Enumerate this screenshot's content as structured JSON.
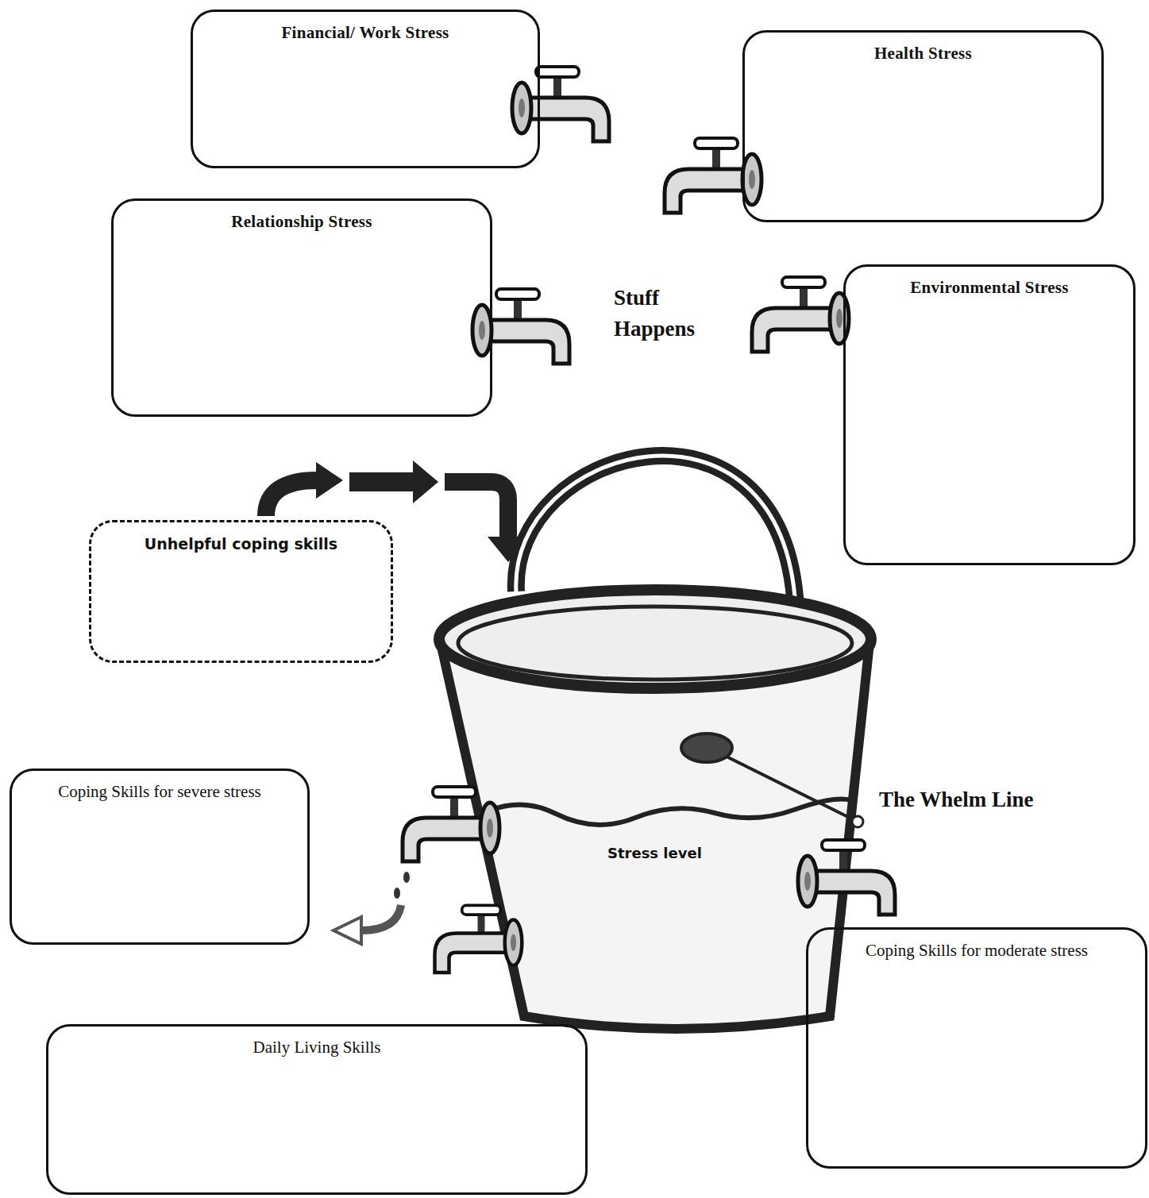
{
  "diagram": {
    "nodes": [
      {
        "text": [
          "Financial/ Work Stress"
        ]
      },
      {
        "text": [
          "Health Stress"
        ]
      },
      {
        "text": [
          "Relationship Stress"
        ]
      },
      {
        "text": [
          "Environmental Stress"
        ]
      },
      {
        "text": [
          "Unhelpful coping skills"
        ]
      },
      {
        "text": [
          "Coping Skills for severe stress"
        ]
      },
      {
        "text": [
          "Coping Skills for moderate stress"
        ]
      },
      {
        "text": [
          "Daily Living Skills"
        ]
      }
    ],
    "labels": [
      "Stuff Happens",
      "Stress level",
      "The Whelm Line"
    ]
  }
}
